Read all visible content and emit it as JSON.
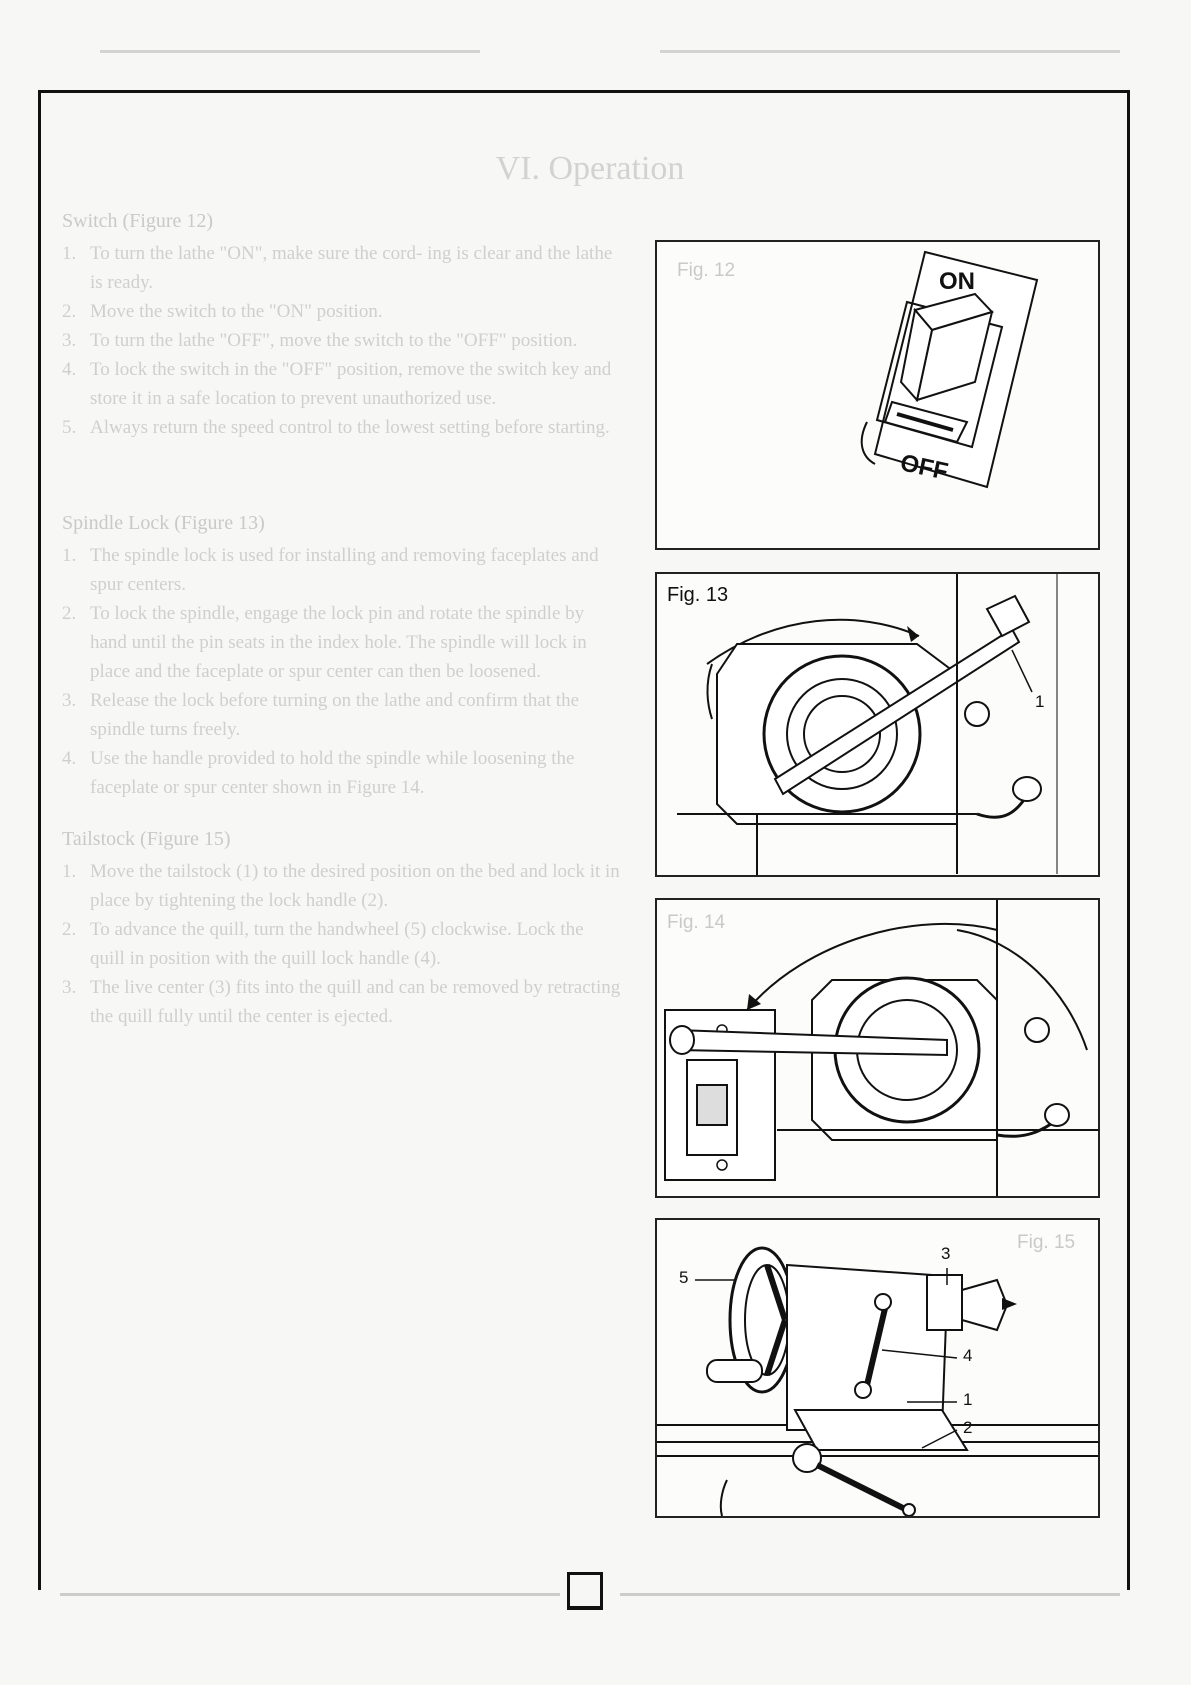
{
  "title": "VI. Operation",
  "sections": [
    {
      "heading": "Switch (Figure 12)",
      "items": [
        {
          "num": "1.",
          "text": "To turn the lathe \"ON\", make sure the cord- ing is clear and the lathe is ready."
        },
        {
          "num": "2.",
          "text": "Move the switch to the \"ON\" position."
        },
        {
          "num": "3.",
          "text": "To turn the lathe \"OFF\", move the switch to the \"OFF\" position."
        },
        {
          "num": "4.",
          "text": "To lock the switch in the \"OFF\" position, remove the switch key and store it in a safe location to prevent unauthorized use."
        },
        {
          "num": "5.",
          "text": "Always return the speed control to the lowest setting before starting."
        }
      ]
    },
    {
      "heading": "Spindle Lock (Figure 13)",
      "items": [
        {
          "num": "1.",
          "text": "The spindle lock is used for installing and removing faceplates and spur centers."
        },
        {
          "num": "2.",
          "text": "To lock the spindle, engage the lock pin and rotate the spindle by hand until the pin seats in the index hole. The spindle will lock in place and the faceplate or spur center can then be loosened."
        },
        {
          "num": "3.",
          "text": "Release the lock before turning on the lathe and confirm that the spindle turns freely."
        },
        {
          "num": "4.",
          "text": "Use the handle provided to hold the spindle while loosening the faceplate or spur center shown in Figure 14."
        }
      ]
    },
    {
      "heading": "Tailstock (Figure 15)",
      "items": [
        {
          "num": "1.",
          "text": "Move the tailstock (1) to the desired position on the bed and lock it in place by tightening the lock handle (2)."
        },
        {
          "num": "2.",
          "text": "To advance the quill, turn the handwheel (5) clockwise. Lock the quill in position with the quill lock handle (4)."
        },
        {
          "num": "3.",
          "text": "The live center (3) fits into the quill and can be removed by retracting the quill fully until the center is ejected."
        }
      ]
    }
  ],
  "figures": {
    "fig12": {
      "label": "Fig. 12",
      "on": "ON",
      "off": "OFF"
    },
    "fig13": {
      "label": "Fig. 13",
      "callout_1": "1"
    },
    "fig14": {
      "label": "Fig. 14"
    },
    "fig15": {
      "label": "Fig. 15",
      "callouts": {
        "c1": "1",
        "c2": "2",
        "c3": "3",
        "c4": "4",
        "c5": "5"
      }
    }
  }
}
